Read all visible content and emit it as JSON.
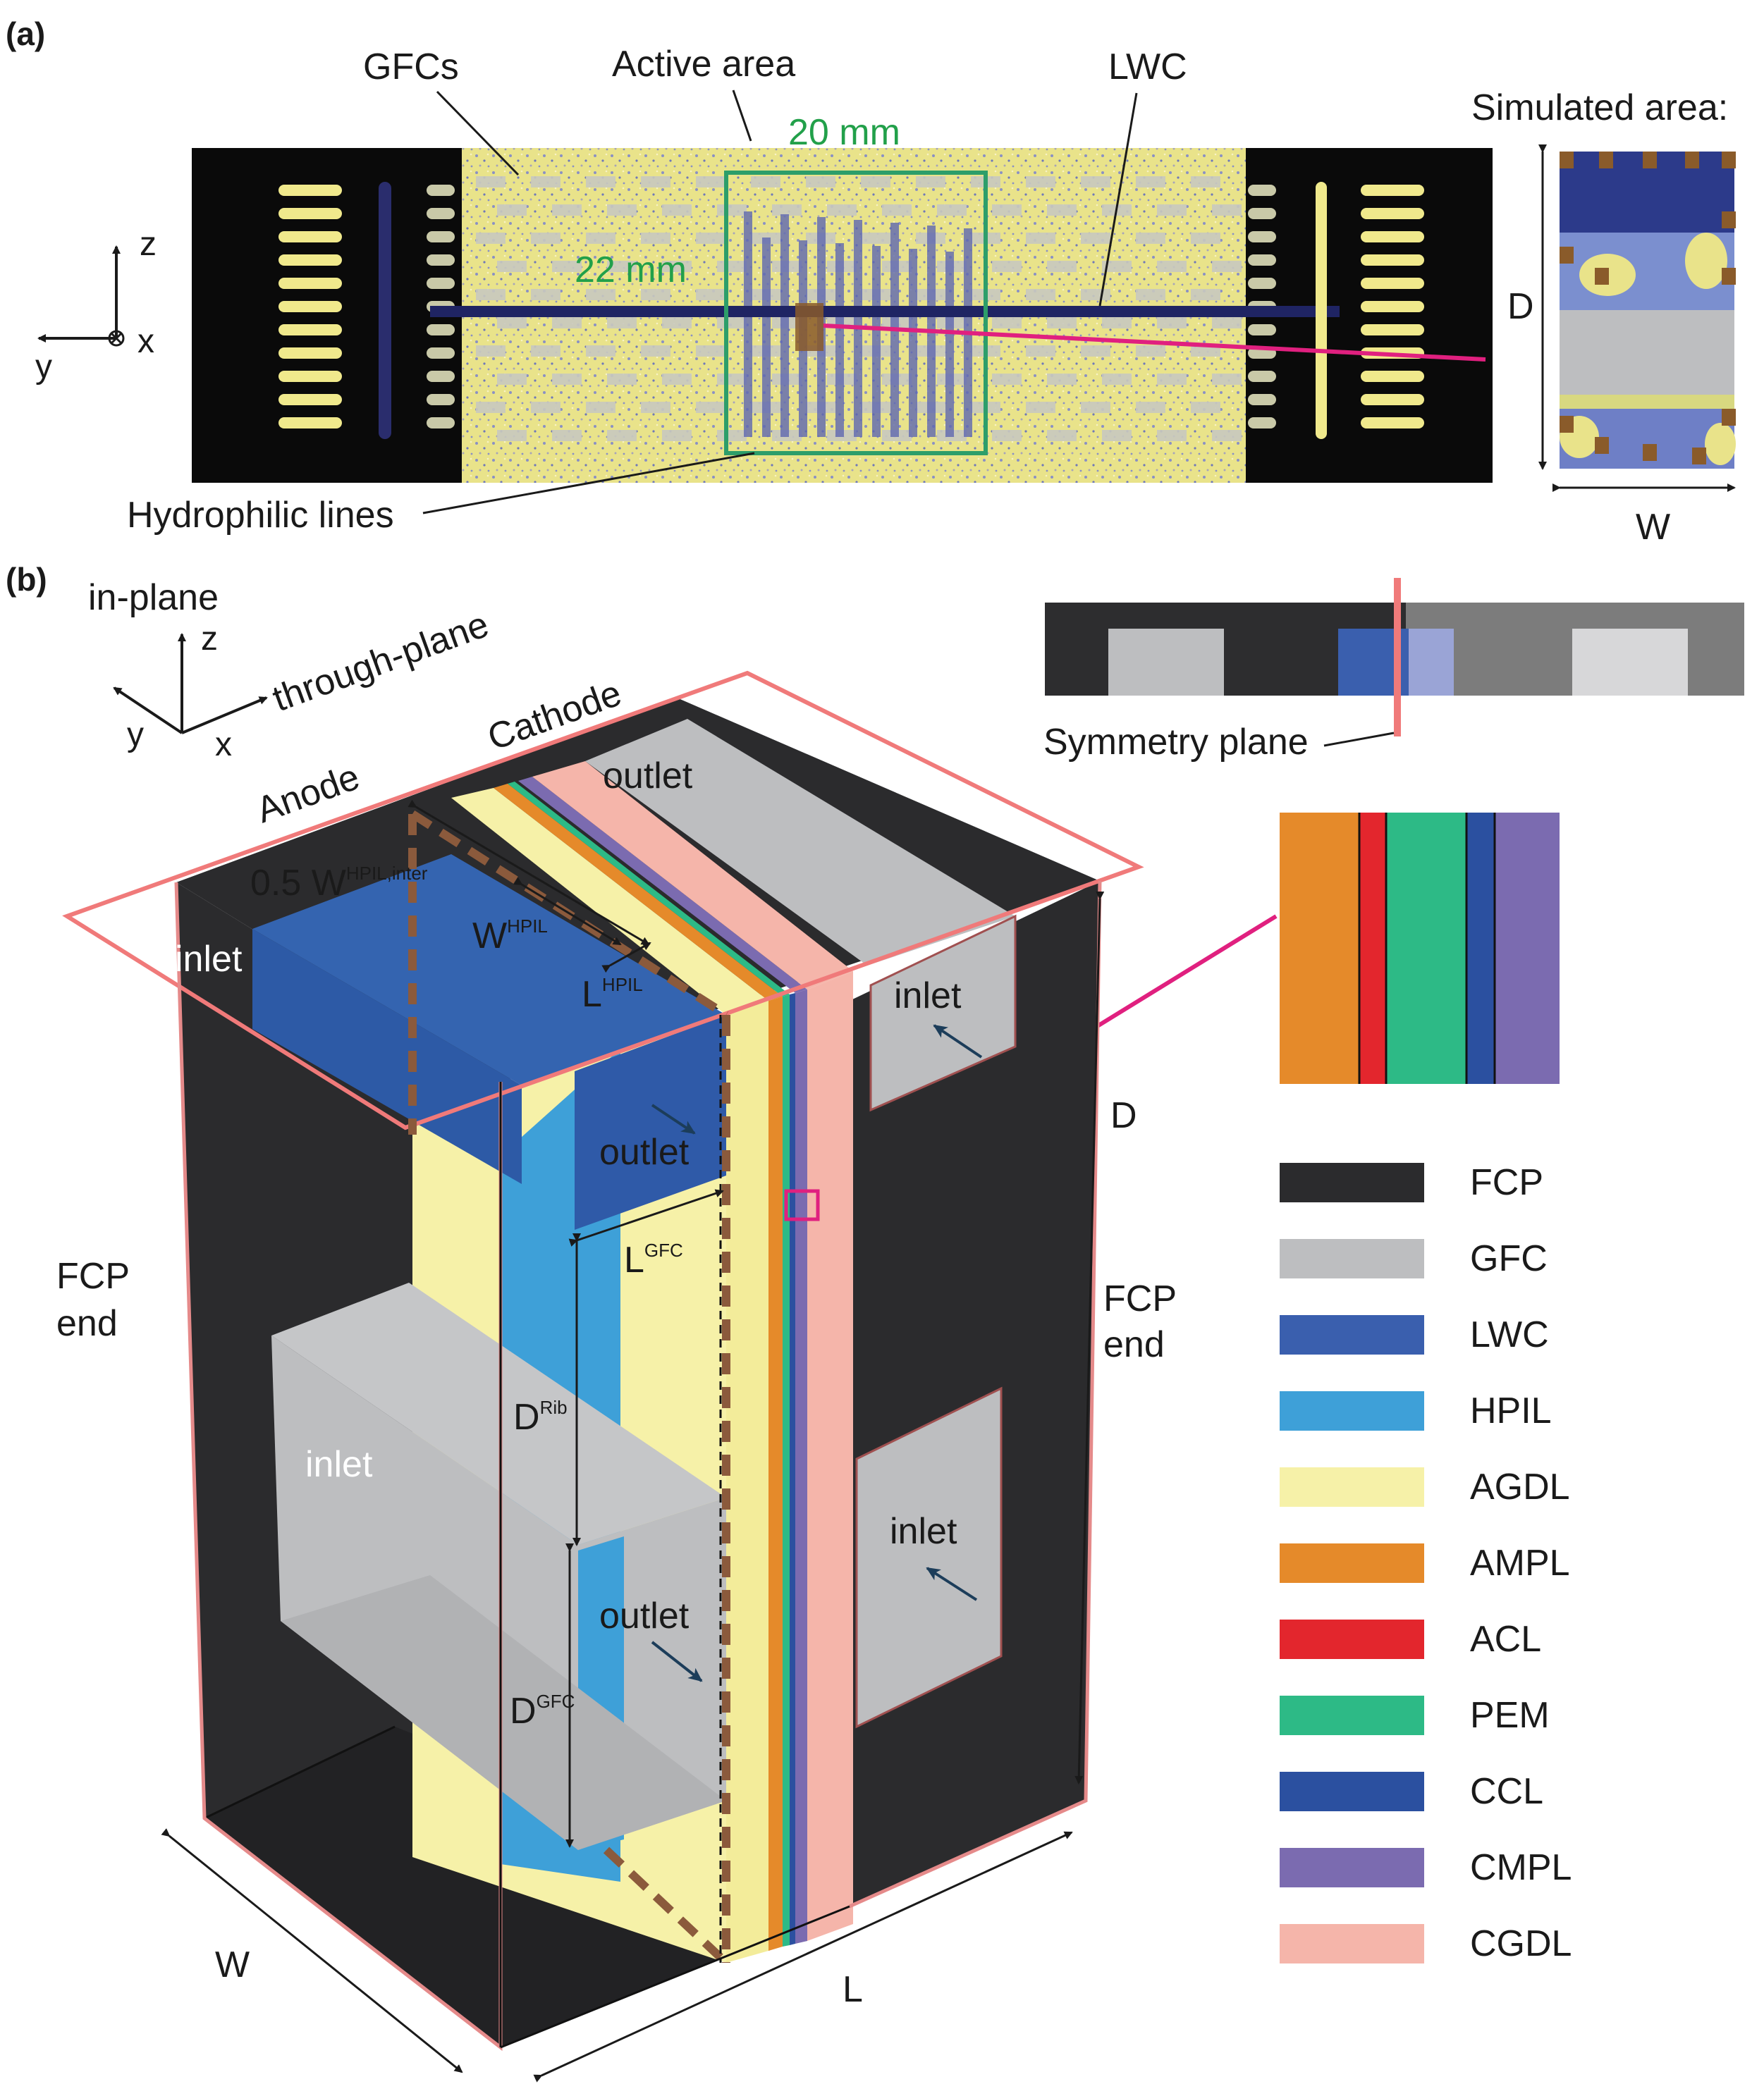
{
  "panel_a": {
    "tag": "(a)",
    "labels": {
      "gfcs": "GFCs",
      "active_area": "Active area",
      "lwc": "LWC",
      "simulated_area": "Simulated area:",
      "hydrophilic_lines": "Hydrophilic lines",
      "width_dim": "20 mm",
      "height_dim": "22 mm",
      "axis_z": "z",
      "axis_y": "y",
      "axis_x": "x",
      "sim_D": "D",
      "sim_W": "W"
    }
  },
  "panel_b": {
    "tag": "(b)",
    "axes": {
      "in_plane": "in-plane",
      "through_plane": "through-plane",
      "z": "z",
      "y": "y",
      "x": "x"
    },
    "labels": {
      "anode": "Anode",
      "cathode": "Cathode",
      "symmetry_plane": "Symmetry plane",
      "fcp_end_left": [
        "FCP",
        "end"
      ],
      "fcp_end_right": [
        "FCP",
        "end"
      ],
      "inlet": "inlet",
      "outlet": "outlet",
      "dim_D": "D",
      "dim_W": "W",
      "dim_L": "L"
    },
    "dims": {
      "w_hpil_inter": {
        "base": "0.5 W",
        "sup": "HPIL,inter"
      },
      "w_hpil": {
        "base": "W",
        "sup": "HPIL"
      },
      "l_hpil": {
        "base": "L",
        "sup": "HPIL"
      },
      "l_gfc": {
        "base": "L",
        "sup": "GFC"
      },
      "d_rib": {
        "base": "D",
        "sup": "Rib"
      },
      "d_gfc": {
        "base": "D",
        "sup": "GFC"
      }
    }
  },
  "legend": [
    {
      "label": "FCP",
      "color": "#2b2b2d"
    },
    {
      "label": "GFC",
      "color": "#bdbec0"
    },
    {
      "label": "LWC",
      "color": "#3a5fae"
    },
    {
      "label": "HPIL",
      "color": "#3ea0d8"
    },
    {
      "label": "AGDL",
      "color": "#f6f1a8"
    },
    {
      "label": "AMPL",
      "color": "#e58a2a"
    },
    {
      "label": "ACL",
      "color": "#e3262d"
    },
    {
      "label": "PEM",
      "color": "#2dba86"
    },
    {
      "label": "CCL",
      "color": "#2b50a0"
    },
    {
      "label": "CMPL",
      "color": "#7b6bb0"
    },
    {
      "label": "CGDL",
      "color": "#f5b5aa"
    }
  ]
}
